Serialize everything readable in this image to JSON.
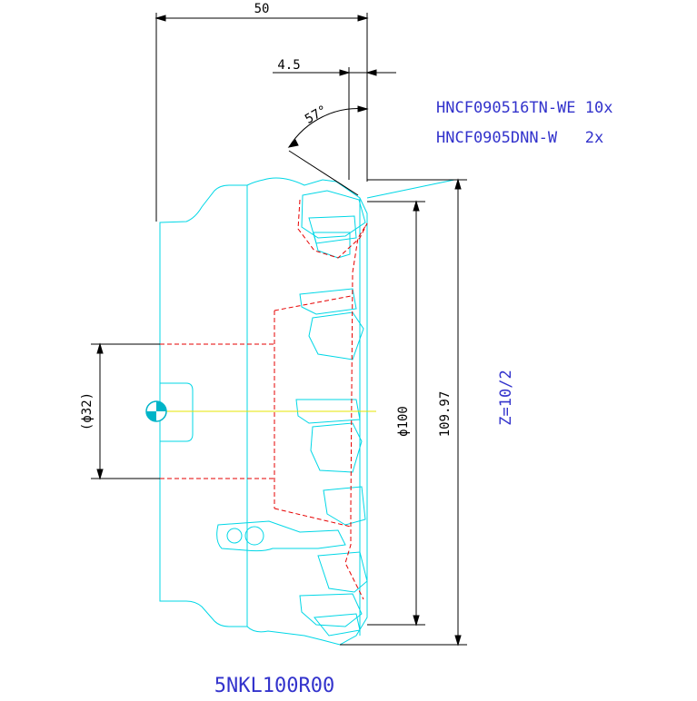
{
  "colors": {
    "dimension": "#000000",
    "outline": "#00d7e6",
    "hidden": "#e60000",
    "centerline": "#e6e600",
    "annotation": "#3333cc",
    "marker_fill": "#00b4c8"
  },
  "dimensions": {
    "overall_length": "50",
    "offset": "4.5",
    "angle": "57°",
    "bore": "(ϕ32)",
    "cutter_diameter": "ϕ100",
    "max_diameter": "109.97"
  },
  "inserts": {
    "primary": "HNCF090516TN-WE 10x",
    "secondary": "HNCF0905DNN-W   2x"
  },
  "teeth_note": "Z=10/2",
  "tool_name": "5NKL100R00"
}
